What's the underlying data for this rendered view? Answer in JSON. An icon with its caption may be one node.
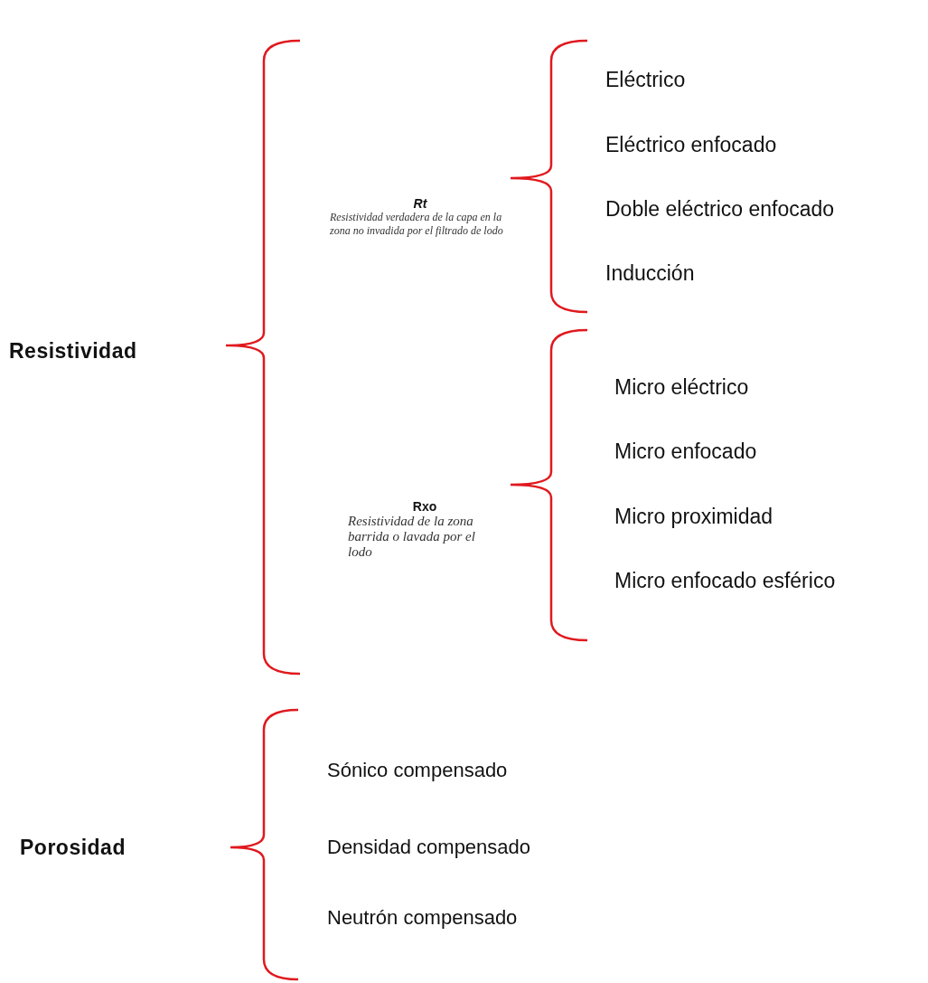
{
  "diagram": {
    "nodes": [
      {
        "text": [
          "Resistividad"
        ]
      },
      {
        "text": [
          "Rt",
          "Resistividad verdadera de la capa en la zona no invadida por el filtrado de lodo"
        ]
      },
      {
        "text": [
          "Eléctrico"
        ]
      },
      {
        "text": [
          "Eléctrico enfocado"
        ]
      },
      {
        "text": [
          "Doble eléctrico enfocado"
        ]
      },
      {
        "text": [
          "Inducción"
        ]
      },
      {
        "text": [
          "Rxo",
          "Resistividad de la zona barrida o lavada por el lodo"
        ]
      },
      {
        "text": [
          "Micro eléctrico"
        ]
      },
      {
        "text": [
          "Micro enfocado"
        ]
      },
      {
        "text": [
          "Micro proximidad"
        ]
      },
      {
        "text": [
          "Micro enfocado esférico"
        ]
      },
      {
        "text": [
          "Porosidad"
        ]
      },
      {
        "text": [
          "Sónico compensado"
        ]
      },
      {
        "text": [
          "Densidad compensado"
        ]
      },
      {
        "text": [
          "Neutrón compensado"
        ]
      }
    ]
  }
}
